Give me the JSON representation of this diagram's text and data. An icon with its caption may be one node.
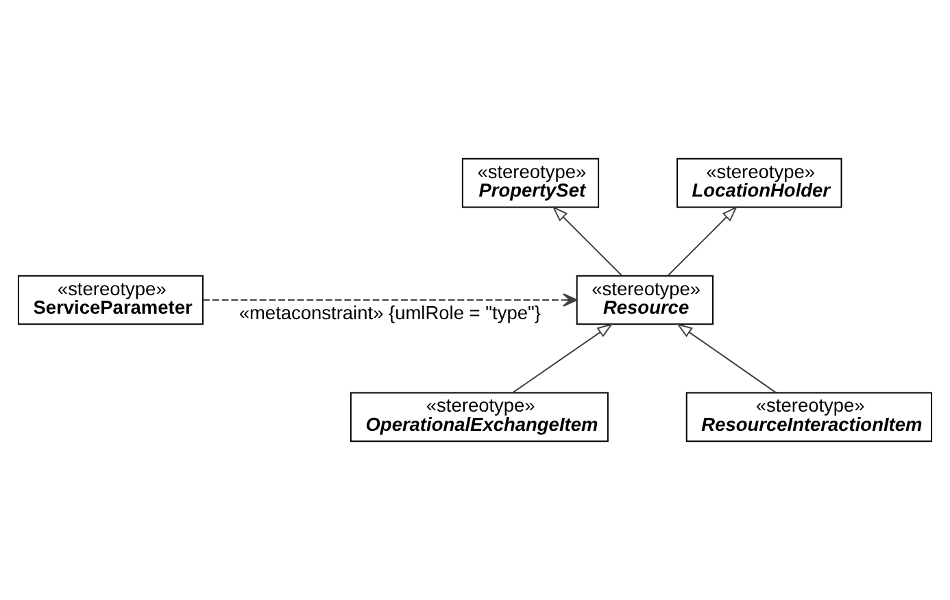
{
  "diagram": {
    "nodes": [
      {
        "text": [
          "«stereotype»",
          "PropertySet"
        ]
      },
      {
        "text": [
          "«stereotype»",
          "LocationHolder"
        ]
      },
      {
        "text": [
          "«stereotype»",
          "Resource"
        ]
      },
      {
        "text": [
          "«stereotype»",
          "ServiceParameter"
        ]
      },
      {
        "text": [
          "«stereotype»",
          "OperationalExchangeItem"
        ]
      },
      {
        "text": [
          "«stereotype»",
          "ResourceInteractionItem"
        ]
      }
    ],
    "edges": [
      {
        "from": 2,
        "to": 0,
        "arrow": "to"
      },
      {
        "from": 2,
        "to": 1,
        "arrow": "to"
      },
      {
        "from": 3,
        "to": 2,
        "arrow": "to",
        "style": "dashed",
        "label": "«metaconstraint» {umlRole = \"type\"}"
      },
      {
        "from": 4,
        "to": 2,
        "arrow": "to"
      },
      {
        "from": 5,
        "to": 2,
        "arrow": "to"
      }
    ]
  }
}
